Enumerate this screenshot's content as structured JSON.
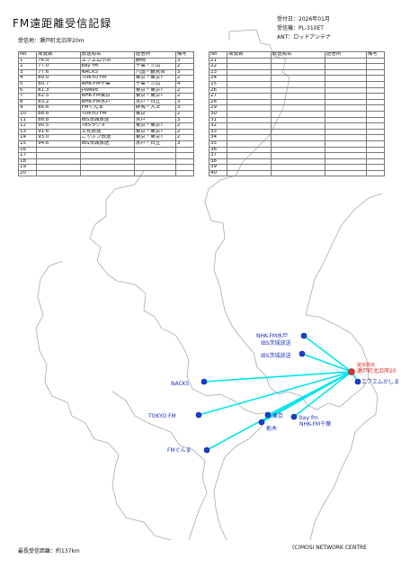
{
  "title": "FM遠距離受信記録",
  "subtitle": "受信地：瀬戸町北沿岸20m",
  "meta": {
    "date": "受付日：2026年01月",
    "receiver": "受信機：PL-310ET",
    "antenna": "ANT：ロッドアンテナ"
  },
  "table_headers": [
    "No",
    "周波数",
    "放送局名",
    "送信所",
    "備考"
  ],
  "left_rows": [
    [
      "1",
      "76.0",
      "エフエム小浜",
      "静岡",
      "3"
    ],
    [
      "2",
      "77.0",
      "bay fm",
      "千葉・三山",
      "2"
    ],
    [
      "3",
      "77.6",
      "NACK5",
      "八国・鶴見台",
      "3"
    ],
    [
      "4",
      "80.0",
      "TOKYO FM",
      "東京・東京T",
      "2"
    ],
    [
      "5",
      "80.7",
      "NHK-FM千葉",
      "千葉・三山",
      "4"
    ],
    [
      "6",
      "81.3",
      "J-WAVE",
      "東京・東京T",
      "2"
    ],
    [
      "7",
      "82.5",
      "NHK-FM東京",
      "東京・東京T",
      "2"
    ],
    [
      "8",
      "83.2",
      "NHK-FM水戸",
      "水戸・日立",
      "3"
    ],
    [
      "9",
      "86.6",
      "FMぐんま",
      "群馬・大上",
      "3"
    ],
    [
      "10",
      "88.6",
      "TOKYO FM",
      "東京",
      "2"
    ],
    [
      "11",
      "88.8",
      "IBS茨城放送",
      "水戸",
      "3"
    ],
    [
      "12",
      "90.5",
      "TBSラジオ",
      "東京・東京T",
      "2"
    ],
    [
      "13",
      "91.6",
      "文化放送",
      "東京・東京T",
      "2"
    ],
    [
      "14",
      "93.0",
      "ニッポン放送",
      "東京・東京T",
      "2"
    ],
    [
      "15",
      "94.6",
      "IBS茨城放送",
      "水戸・日立",
      "3"
    ],
    [
      "16",
      "",
      "",
      "",
      ""
    ],
    [
      "17",
      "",
      "",
      "",
      ""
    ],
    [
      "18",
      "",
      "",
      "",
      ""
    ],
    [
      "19",
      "",
      "",
      "",
      ""
    ],
    [
      "20",
      "",
      "",
      "",
      ""
    ]
  ],
  "right_rows": [
    [
      "21",
      "",
      "",
      "",
      ""
    ],
    [
      "22",
      "",
      "",
      "",
      ""
    ],
    [
      "23",
      "",
      "",
      "",
      ""
    ],
    [
      "24",
      "",
      "",
      "",
      ""
    ],
    [
      "25",
      "",
      "",
      "",
      ""
    ],
    [
      "26",
      "",
      "",
      "",
      ""
    ],
    [
      "27",
      "",
      "",
      "",
      ""
    ],
    [
      "28",
      "",
      "",
      "",
      ""
    ],
    [
      "29",
      "",
      "",
      "",
      ""
    ],
    [
      "30",
      "",
      "",
      "",
      ""
    ],
    [
      "31",
      "",
      "",
      "",
      ""
    ],
    [
      "32",
      "",
      "",
      "",
      ""
    ],
    [
      "33",
      "",
      "",
      "",
      ""
    ],
    [
      "34",
      "",
      "",
      "",
      ""
    ],
    [
      "35",
      "",
      "",
      "",
      ""
    ],
    [
      "36",
      "",
      "",
      "",
      ""
    ],
    [
      "37",
      "",
      "",
      "",
      ""
    ],
    [
      "38",
      "",
      "",
      "",
      ""
    ],
    [
      "39",
      "",
      "",
      "",
      ""
    ],
    [
      "40",
      "",
      "",
      "",
      ""
    ]
  ],
  "map": {
    "origin_label": "瀬戸町北沿岸20",
    "origin_tag": "受信地点",
    "stations": [
      {
        "label": "NHK-FM水戸",
        "label2": "IBS茨城放送"
      },
      {
        "label": "IBS茨城放送",
        "label2": ""
      },
      {
        "label": "エフエムかしま",
        "label2": ""
      },
      {
        "label": "NACK5",
        "label2": ""
      },
      {
        "label": "TOKYO FM",
        "label2": ""
      },
      {
        "label": "東京",
        "label2": ""
      },
      {
        "label": "栃木",
        "label2": ""
      },
      {
        "label": "bay fm",
        "label2": "NHK-FM千葉"
      },
      {
        "label": "FMぐんま",
        "label2": ""
      }
    ],
    "line_color": "#00e5ee",
    "station_color": "#1a3dd6",
    "origin_color": "#e8321e"
  },
  "footer_left": "最長受信距離：約137km",
  "footer_right": "(C)MOSI NETWORK CENTRE"
}
